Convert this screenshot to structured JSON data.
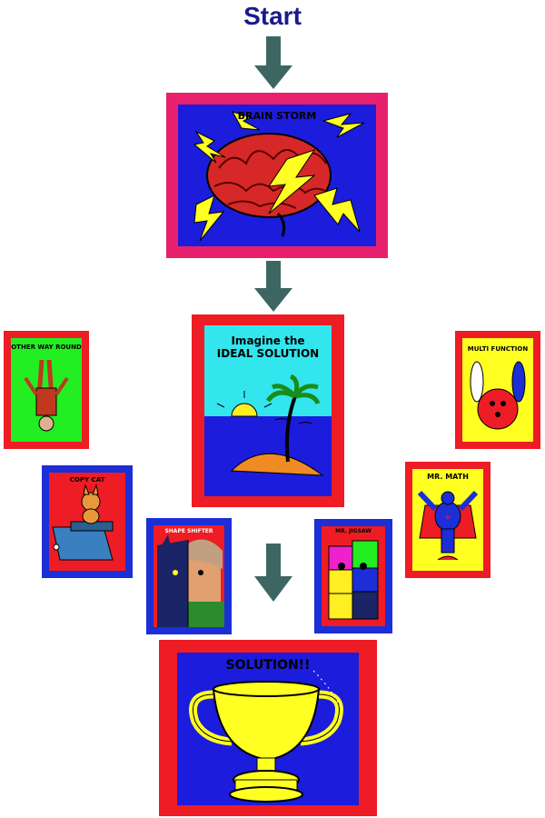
{
  "start": "Start",
  "colors": {
    "arrow": "#3d6663",
    "start_text": "#1a1a8c",
    "pink_frame": "#e8216e",
    "red_frame": "#ee1c24",
    "blue_frame": "#1c2ed6",
    "blue_panel": "#1c1cdc",
    "red_panel": "#ee1c24",
    "green_panel": "#22ee22",
    "yellow_panel": "#ffff22"
  },
  "cards": {
    "brain_storm": "BRAIN STORM",
    "ideal_solution_line1": "Imagine the",
    "ideal_solution_line2": "IDEAL SOLUTION",
    "other_way_round": "OTHER WAY ROUND",
    "copy_cat": "COPY CAT",
    "shape_shifter": "SHAPE SHIFTER",
    "mr_jigsaw": "MR. JIGSAW",
    "mr_math": "MR. MATH",
    "multi_function": "MULTI FUNCTION",
    "solution": "SOLUTION!!"
  },
  "icons": [
    "arrow-down-icon",
    "brain-icon",
    "lightning-icon",
    "island-icon",
    "palm-tree-icon",
    "sun-icon",
    "trophy-icon",
    "puzzle-icon",
    "superhero-icon",
    "cat-icon",
    "wolf-face-icon",
    "bowling-icon",
    "upside-down-figure-icon"
  ]
}
